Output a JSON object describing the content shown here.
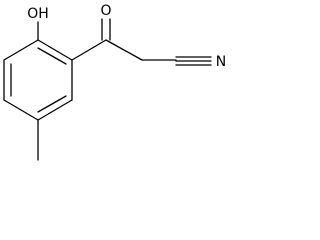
{
  "molecule": {
    "labels": {
      "hydroxyl": "OH",
      "ketone_oxygen": "O",
      "nitrile_nitrogen": "N"
    }
  },
  "colors": {
    "background": "#ffffff",
    "bond": "#000000",
    "text": "#000000"
  }
}
